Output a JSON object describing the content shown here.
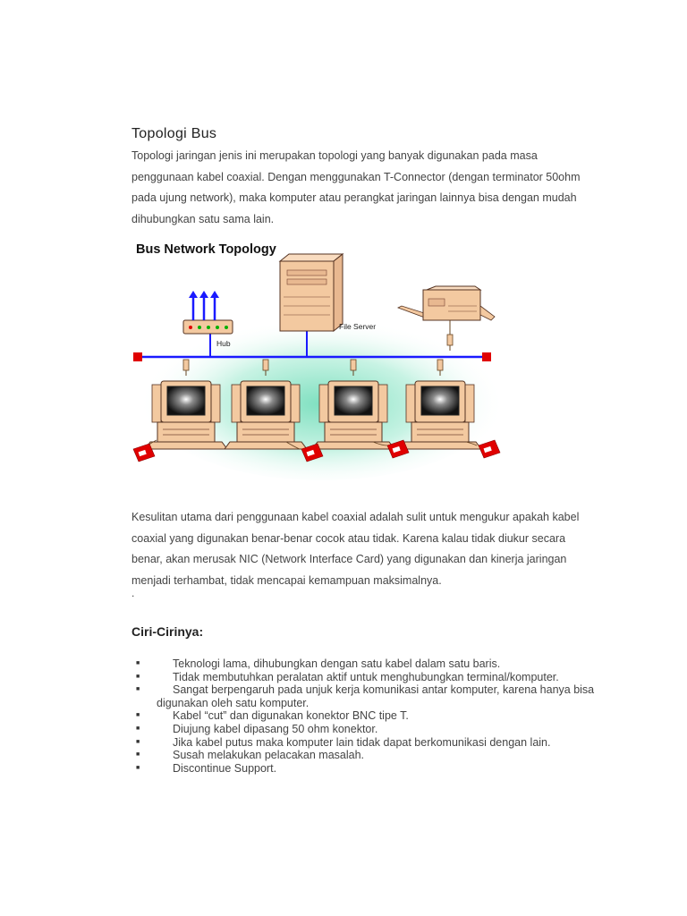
{
  "document": {
    "title": "Topologi Bus",
    "intro": "Topologi jaringan jenis ini merupakan topologi yang banyak digunakan pada masa penggunaan kabel coaxial. Dengan menggunakan T-Connector (dengan terminator 50ohm pada ujung network), maka komputer atau perangkat jaringan lainnya bisa dengan mudah dihubungkan satu sama lain.",
    "diagram": {
      "title": "Bus Network Topology",
      "hub_label": "Hub",
      "server_label": "File Server"
    },
    "difficulty": "Kesulitan utama dari penggunaan kabel coaxial adalah sulit untuk mengukur apakah kabel coaxial yang digunakan benar-benar cocok atau tidak. Karena kalau tidak diukur secara benar, akan merusak NIC (Network Interface Card) yang digunakan dan kinerja jaringan menjadi terhambat, tidak mencapai kemampuan maksimalnya.",
    "dot": ".",
    "features_heading": "Ciri-Cirinya:",
    "bullet_glyph": "■",
    "features": [
      "Teknologi lama, dihubungkan dengan satu kabel dalam satu baris.",
      "Tidak membutuhkan peralatan aktif untuk menghubungkan terminal/komputer.",
      "Sangat berpengaruh pada unjuk kerja komunikasi antar komputer, karena hanya bisa digunakan oleh satu komputer.",
      "Kabel “cut” dan digunakan konektor BNC tipe T.",
      "Diujung kabel dipasang 50 ohm konektor.",
      "Jika kabel putus maka komputer lain tidak dapat berkomunikasi dengan lain.",
      "Susah melakukan pelacakan masalah.",
      "Discontinue Support."
    ],
    "colors": {
      "bus_line": "#1a1aff",
      "terminator": "#e00000",
      "device_beige": "#f3c9a0",
      "glow_center": "#9be8c8"
    }
  }
}
